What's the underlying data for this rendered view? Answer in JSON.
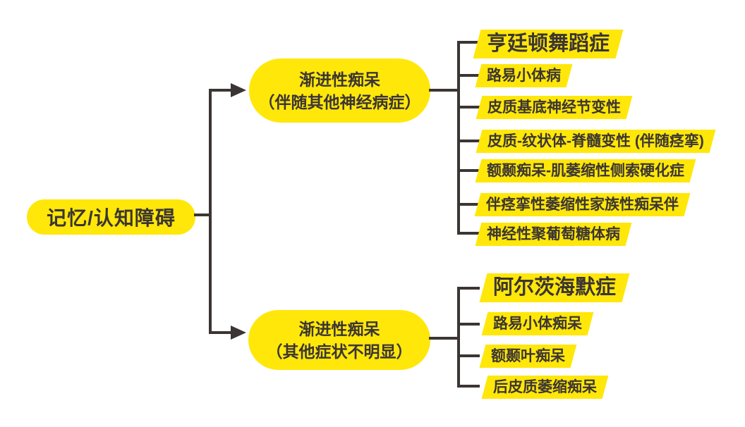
{
  "colors": {
    "highlight_yellow": "#FFE70A",
    "ink": "#3B3533",
    "background": "#FFFFFF"
  },
  "root": {
    "label": "记忆/认知障碍"
  },
  "branches": [
    {
      "label_line1": "渐进性痴呆",
      "label_line2": "（伴随其他神经病症）",
      "leaves": [
        {
          "label": "亨廷顿舞蹈症",
          "emphasis": true
        },
        {
          "label": "路易小体病",
          "emphasis": false
        },
        {
          "label": "皮质基底神经节变性",
          "emphasis": false
        },
        {
          "label": "皮质-纹状体-脊髓变性 (伴随痉挛)",
          "emphasis": false
        },
        {
          "label": "额颞痴呆-肌萎缩性侧索硬化症",
          "emphasis": false
        },
        {
          "label": "伴痉挛性萎缩性家族性痴呆伴",
          "emphasis": false
        },
        {
          "label": "神经性聚葡萄糖体病",
          "emphasis": false
        }
      ]
    },
    {
      "label_line1": "渐进性痴呆",
      "label_line2": "（其他症状不明显）",
      "leaves": [
        {
          "label": "阿尔茨海默症",
          "emphasis": true
        },
        {
          "label": "路易小体痴呆",
          "emphasis": false
        },
        {
          "label": "额颞叶痴呆",
          "emphasis": false
        },
        {
          "label": "后皮质萎缩痴呆",
          "emphasis": false
        }
      ]
    }
  ]
}
